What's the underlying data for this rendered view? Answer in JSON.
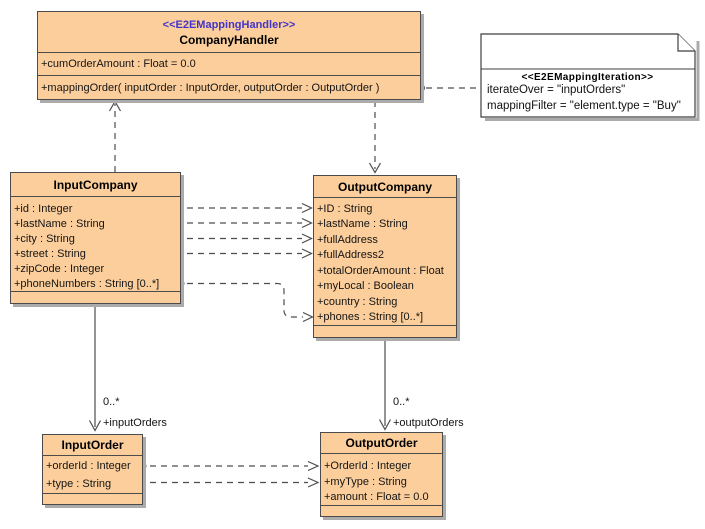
{
  "classes": {
    "company_handler": {
      "stereotype": "<<E2EMappingHandler>>",
      "name": "CompanyHandler",
      "attributes": [
        "+cumOrderAmount : Float = 0.0"
      ],
      "operations": [
        "+mappingOrder( inputOrder : InputOrder, outputOrder : OutputOrder )"
      ]
    },
    "input_company": {
      "name": "InputCompany",
      "attributes": [
        "+id : Integer",
        "+lastName : String",
        "+city : String",
        "+street : String",
        "+zipCode : Integer",
        "+phoneNumbers : String [0..*]"
      ]
    },
    "output_company": {
      "name": "OutputCompany",
      "attributes": [
        "+ID : String",
        "+lastName : String",
        "+fullAddress",
        "+fullAddress2",
        "+totalOrderAmount : Float",
        "+myLocal : Boolean",
        "+country : String",
        "+phones : String [0..*]"
      ]
    },
    "input_order": {
      "name": "InputOrder",
      "attributes": [
        "+orderId : Integer",
        "+type : String"
      ]
    },
    "output_order": {
      "name": "OutputOrder",
      "attributes": [
        "+OrderId : Integer",
        "+myType : String",
        "+amount : Float = 0.0"
      ]
    }
  },
  "note": {
    "stereotype": "<<E2EMappingIteration>>",
    "lines": [
      "iterateOver = \"inputOrders\"",
      "mappingFilter = \"element.type = \"Buy\""
    ]
  },
  "edge_labels": {
    "input_orders": {
      "multiplicity": "0..*",
      "role": "+inputOrders"
    },
    "output_orders": {
      "multiplicity": "0..*",
      "role": "+outputOrders"
    }
  },
  "colors": {
    "class_fill": "#FBCE9B",
    "class_border": "#4B4B4B",
    "stereotype_text": "#4134CB",
    "connector": "#4D4D4D",
    "shadow": "#ABABAB",
    "note_fill": "#FFFFFF",
    "background": "#FFFFFF"
  }
}
